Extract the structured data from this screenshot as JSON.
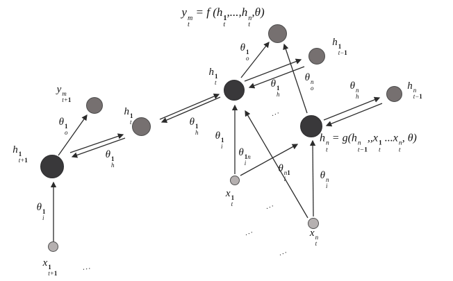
{
  "colors": {
    "node-dark": "#39383a",
    "node-dark-border": "#2e2e30",
    "node-mid": "#767070",
    "node-mid-border": "#4b4b4b",
    "node-input": "#b5b0b0",
    "node-input-border": "#4f4f4f",
    "line": "#2b2b2b",
    "text": "#141414"
  },
  "labels": {
    "eq_output": [
      {
        "t": "y",
        "sup": "m",
        "sub": "t"
      },
      {
        "t": " = f ("
      },
      {
        "t": "h",
        "sup": "1",
        "sub": "t"
      },
      {
        "t": ",...,"
      },
      {
        "t": "h",
        "sup": "n",
        "sub": "t"
      },
      {
        "t": ",θ)"
      }
    ],
    "eq_hidden": [
      {
        "t": "h",
        "sup": "n",
        "sub": "t"
      },
      {
        "t": " = g("
      },
      {
        "t": "h",
        "sup": "n",
        "sub": "t−1"
      },
      {
        "t": ",,"
      },
      {
        "t": "x",
        "sup": "1",
        "sub": "t"
      },
      {
        "t": " ..."
      },
      {
        "t": "x",
        "sup": "n",
        "sub": "t"
      },
      {
        "t": ", θ)"
      }
    ],
    "h_t1": [
      {
        "t": "h",
        "sup": "1",
        "sub": "t"
      }
    ],
    "h_tm1_1": [
      {
        "t": "h",
        "sup": "1",
        "sub": "t−1"
      }
    ],
    "h_tm1_n": [
      {
        "t": "h",
        "sup": "n",
        "sub": "t−1"
      }
    ],
    "h_tp1_1": [
      {
        "t": "h",
        "sup": "1",
        "sub": "t+1"
      }
    ],
    "y_tp1_m": [
      {
        "t": "y",
        "sup": "m",
        "sub": "t+1"
      }
    ],
    "x_tp1_1": [
      {
        "t": "x",
        "sup": "1",
        "sub": "t+1"
      }
    ],
    "x_t1": [
      {
        "t": "x",
        "sup": "1",
        "sub": "t"
      }
    ],
    "x_tn": [
      {
        "t": "x",
        "sup": "n",
        "sub": "t"
      }
    ],
    "theta_o1": [
      {
        "t": "θ",
        "sup": "1",
        "sub": "o"
      }
    ],
    "theta_h1": [
      {
        "t": "θ",
        "sup": "1",
        "sub": "h"
      }
    ],
    "theta_i1": [
      {
        "t": "θ",
        "sup": "1",
        "sub": "i"
      }
    ],
    "theta_on": [
      {
        "t": "θ",
        "sup": "n",
        "sub": "o"
      }
    ],
    "theta_hn": [
      {
        "t": "θ",
        "sup": "n",
        "sub": "h"
      }
    ],
    "theta_in": [
      {
        "t": "θ",
        "sup": "n",
        "sub": "i"
      }
    ],
    "theta_i1n": [
      {
        "t": "θ",
        "sup": "1n",
        "sub": "i"
      }
    ],
    "theta_in1": [
      {
        "t": "θ",
        "sup": "n1",
        "sub": "i"
      }
    ]
  },
  "dots": [
    "...",
    "...",
    "...",
    "...",
    "..."
  ]
}
